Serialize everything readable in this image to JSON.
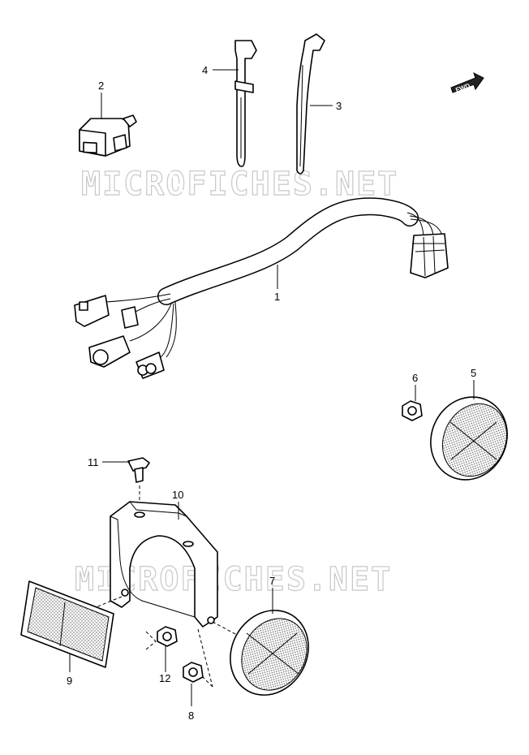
{
  "watermark": "MICROFICHES.NET",
  "fwd_label": "FWD",
  "callouts": [
    {
      "id": "1",
      "label": "1"
    },
    {
      "id": "2",
      "label": "2"
    },
    {
      "id": "3",
      "label": "3"
    },
    {
      "id": "4",
      "label": "4"
    },
    {
      "id": "5",
      "label": "5"
    },
    {
      "id": "6",
      "label": "6"
    },
    {
      "id": "7",
      "label": "7"
    },
    {
      "id": "8",
      "label": "8"
    },
    {
      "id": "9",
      "label": "9"
    },
    {
      "id": "10",
      "label": "10"
    },
    {
      "id": "11",
      "label": "11"
    },
    {
      "id": "12",
      "label": "12"
    }
  ]
}
